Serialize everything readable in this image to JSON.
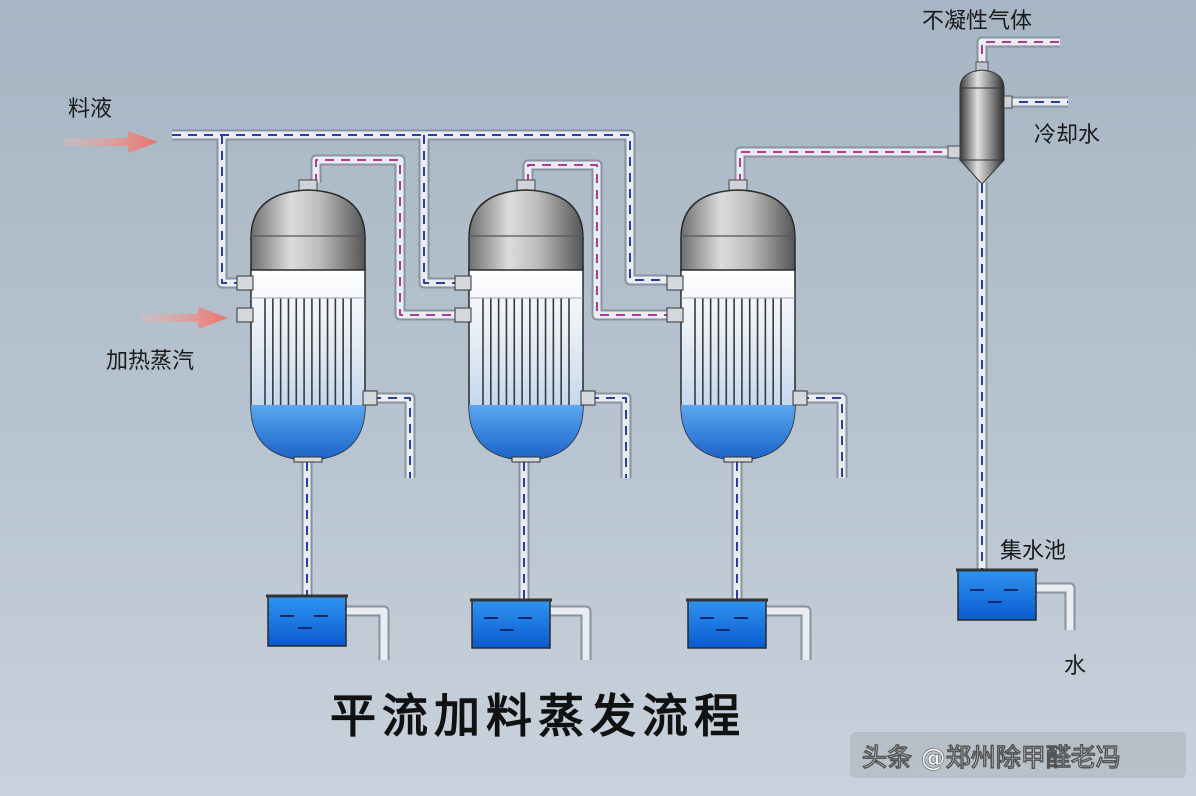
{
  "labels": {
    "feed": "料液",
    "heating_steam": "加热蒸汽",
    "non_condensable_gas": "不凝性气体",
    "cooling_water": "冷却水",
    "water_collection_tank": "集水池",
    "water": "水"
  },
  "title": "平流加料蒸发流程",
  "watermark": "头条 @郑州除甲醛老冯",
  "colors": {
    "background_top": "#aab8c6",
    "background_bottom": "#c6d0da",
    "pipe_fill": "#e8ecf0",
    "pipe_outline": "#8892a0",
    "vapor_dash": "#b03a9a",
    "liquid_dash": "#2a3f9e",
    "water_blue": "#1e7fdc",
    "arrow": "#f08078"
  }
}
